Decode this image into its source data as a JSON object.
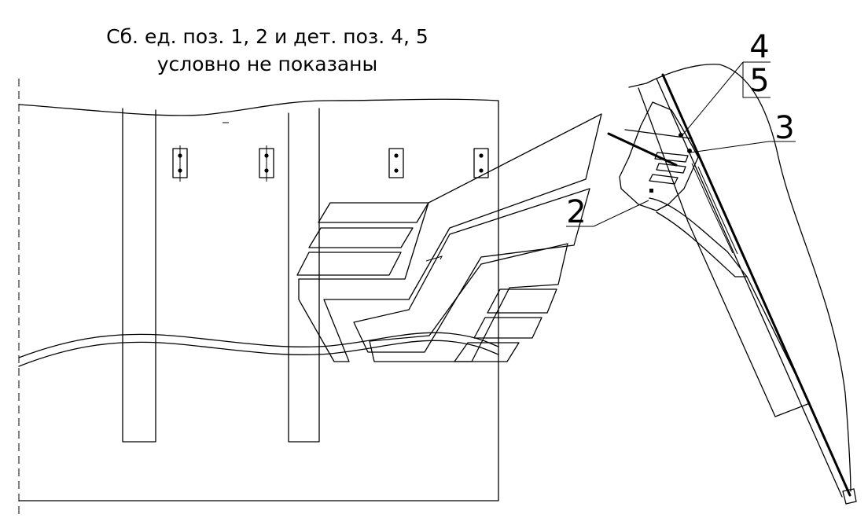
{
  "note": {
    "line1": "Сб. ед. поз. 1, 2 и дет. поз. 4, 5",
    "line2": "условно не показаны"
  },
  "positions": {
    "p2": "2",
    "p3": "3",
    "p4": "4",
    "p5": "5"
  }
}
